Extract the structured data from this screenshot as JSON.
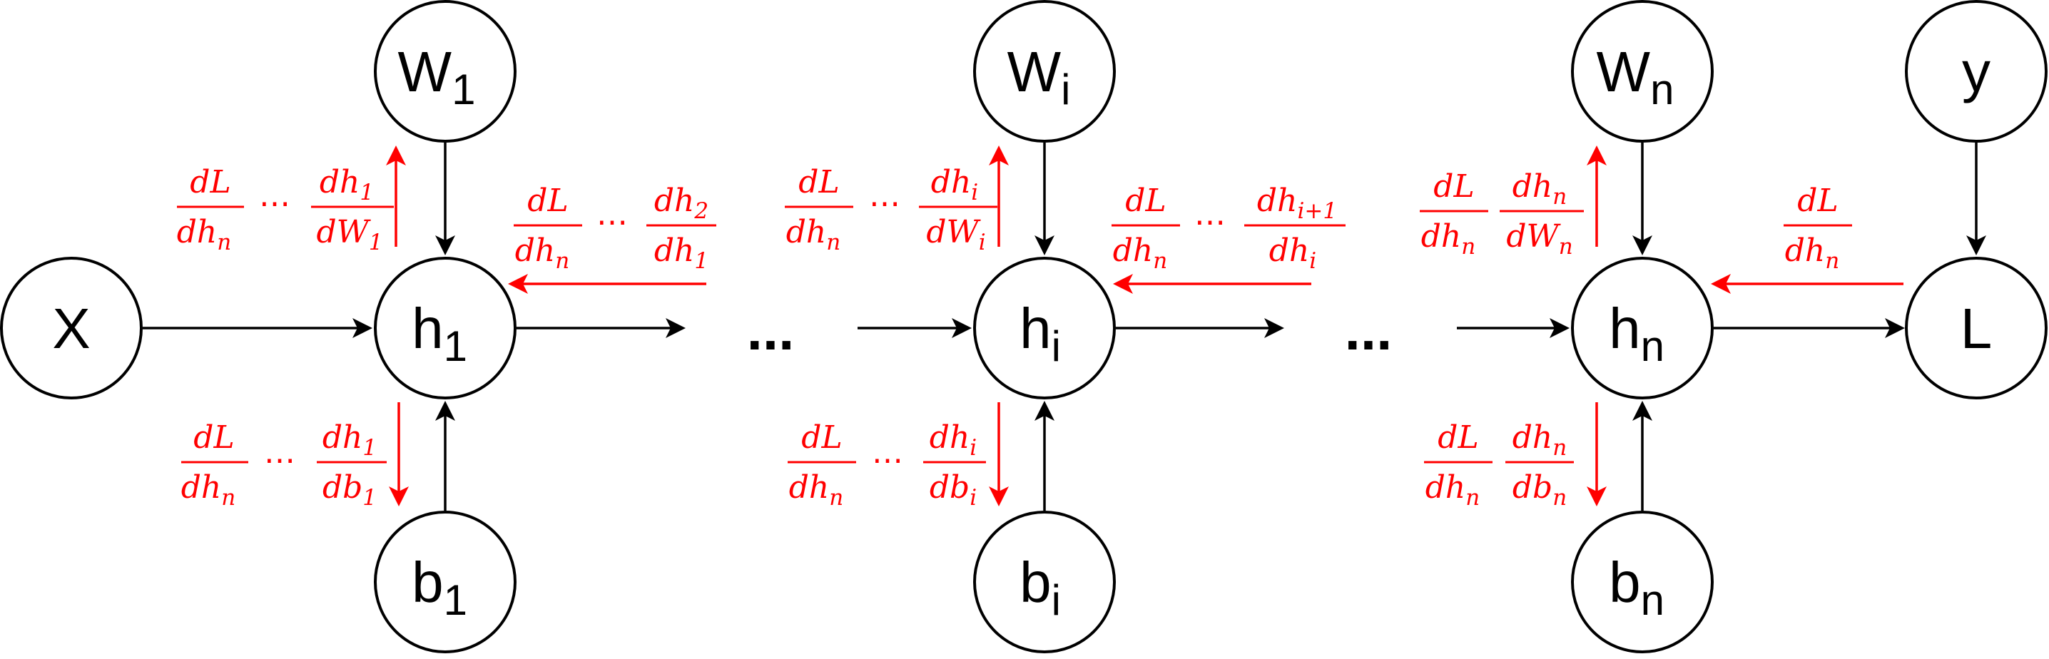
{
  "nodes": {
    "x": {
      "base": "X",
      "sub": ""
    },
    "w1": {
      "base": "W",
      "sub": "1"
    },
    "h1": {
      "base": "h",
      "sub": "1"
    },
    "b1": {
      "base": "b",
      "sub": "1"
    },
    "wi": {
      "base": "W",
      "sub": "i"
    },
    "hi": {
      "base": "h",
      "sub": "i"
    },
    "bi": {
      "base": "b",
      "sub": "i"
    },
    "wn": {
      "base": "W",
      "sub": "n"
    },
    "hn": {
      "base": "h",
      "sub": "n"
    },
    "bn": {
      "base": "b",
      "sub": "n"
    },
    "y": {
      "base": "y",
      "sub": ""
    },
    "l": {
      "base": "L",
      "sub": ""
    }
  },
  "ellipsis": [
    "...",
    "..."
  ],
  "gradients": {
    "w1": {
      "a_num": "dL",
      "a_den": "dh",
      "a_den_sub": "n",
      "dots": "⋯",
      "b_num": "dh",
      "b_num_sub": "1",
      "b_den": "dW",
      "b_den_sub": "1"
    },
    "h1": {
      "a_num": "dL",
      "a_den": "dh",
      "a_den_sub": "n",
      "dots": "⋯",
      "b_num": "dh",
      "b_num_sub": "2",
      "b_den": "dh",
      "b_den_sub": "1"
    },
    "b1": {
      "a_num": "dL",
      "a_den": "dh",
      "a_den_sub": "n",
      "dots": "⋯",
      "b_num": "dh",
      "b_num_sub": "1",
      "b_den": "db",
      "b_den_sub": "1"
    },
    "wi": {
      "a_num": "dL",
      "a_den": "dh",
      "a_den_sub": "n",
      "dots": "⋯",
      "b_num": "dh",
      "b_num_sub": "i",
      "b_den": "dW",
      "b_den_sub": "i"
    },
    "hi": {
      "a_num": "dL",
      "a_den": "dh",
      "a_den_sub": "n",
      "dots": "⋯",
      "b_num": "dh",
      "b_num_sub": "i+1",
      "b_den": "dh",
      "b_den_sub": "i"
    },
    "bi": {
      "a_num": "dL",
      "a_den": "dh",
      "a_den_sub": "n",
      "dots": "⋯",
      "b_num": "dh",
      "b_num_sub": "i",
      "b_den": "db",
      "b_den_sub": "i"
    },
    "wn": {
      "a_num": "dL",
      "a_den": "dh",
      "a_den_sub": "n",
      "dots": "",
      "b_num": "dh",
      "b_num_sub": "n",
      "b_den": "dW",
      "b_den_sub": "n"
    },
    "bn": {
      "a_num": "dL",
      "a_den": "dh",
      "a_den_sub": "n",
      "dots": "",
      "b_num": "dh",
      "b_num_sub": "n",
      "b_den": "db",
      "b_den_sub": "n"
    },
    "l": {
      "a_num": "dL",
      "a_den": "dh",
      "a_den_sub": "n"
    }
  },
  "colors": {
    "gradient": "#ff0000",
    "forward": "#000000"
  }
}
